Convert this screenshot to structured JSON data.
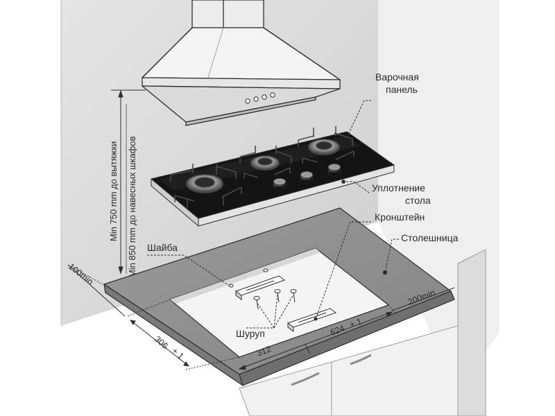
{
  "labels": {
    "hob_line1": "Варочная",
    "hob_line2": "панель",
    "seal_line1": "Уплотнение",
    "seal_line2": "стола",
    "bracket": "Кронштейн",
    "countertop": "Столешница",
    "washer": "Шайба",
    "screw": "Шуруп"
  },
  "dimensions": {
    "min_hood": "Min 750 mm до вытяжки",
    "min_cabinets": "Min 850 mm до навесных шкафов",
    "side_margin": "100min",
    "back_margin": "200min",
    "depth": "306",
    "depth_tol": "+ 1",
    "width": "624",
    "width_tol": "+ 1",
    "half_width": "312"
  },
  "colors": {
    "background": "#ffffff",
    "wall": "#dcdcdc",
    "countertop": "#8f8f8f",
    "countertop_edge": "#7c7c7c",
    "cutout": "#f3f3f3",
    "glass": "#161616",
    "hood": "#f1f1f1",
    "line": "#2d2d2d"
  }
}
